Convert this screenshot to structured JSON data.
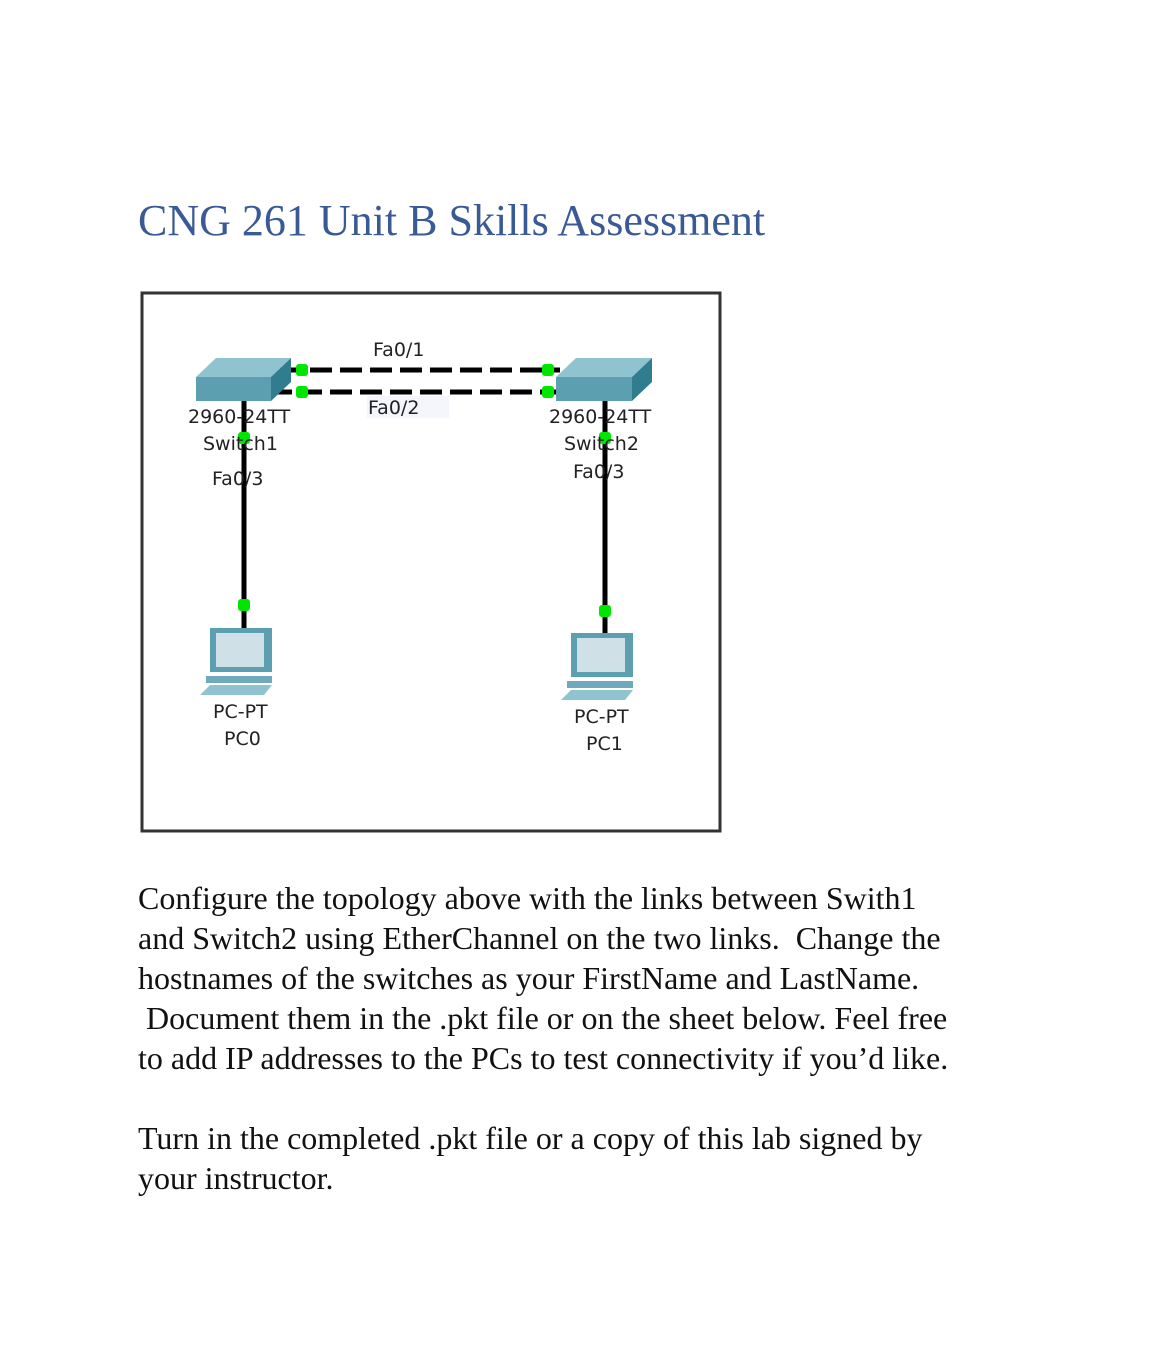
{
  "title": "CNG 261 Unit B Skills Assessment",
  "diagram": {
    "link_labels": {
      "top": "Fa0/1",
      "bottom": "Fa0/2"
    },
    "switch1": {
      "model": "2960-24TT",
      "name": "Switch1",
      "port": "Fa0/3"
    },
    "switch2": {
      "model": "2960-24TT",
      "name": "Switch2",
      "port": "Fa0/3"
    },
    "pc0": {
      "model": "PC-PT",
      "name": "PC0"
    },
    "pc1": {
      "model": "PC-PT",
      "name": "PC1"
    },
    "colors": {
      "link_up": "#00e600",
      "device": "#5b9fb0"
    }
  },
  "paragraph1": [
    "Configure the topology above with the links between Swith1",
    "and Switch2 using EtherChannel on the two links.  Change the",
    "hostnames of the switches as your FirstName and LastName.",
    " Document them in the .pkt file or on the sheet below. Feel free",
    "to add IP addresses to the PCs to test connectivity if you’d like."
  ],
  "paragraph2": [
    "Turn in the completed .pkt file or a copy of this lab signed by",
    "your instructor."
  ]
}
